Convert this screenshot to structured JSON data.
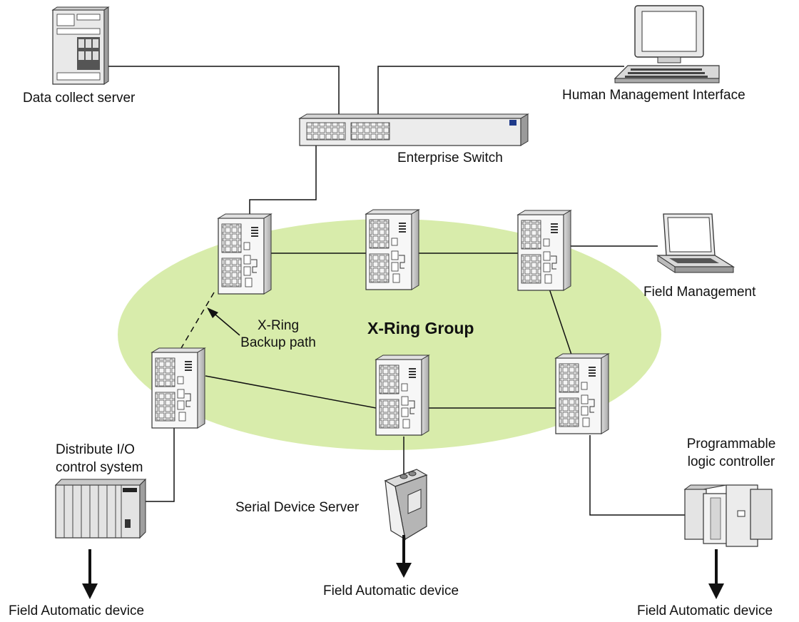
{
  "diagram": {
    "ring_title": "X-Ring Group",
    "backup_label_line1": "X-Ring",
    "backup_label_line2": "Backup path",
    "nodes": {
      "data_server": "Data collect server",
      "hmi": "Human Management Interface",
      "enterprise_switch": "Enterprise Switch",
      "field_management": "Field Management",
      "dio_line1": "Distribute I/O",
      "dio_line2": "control system",
      "serial_server": "Serial Device Server",
      "plc_line1": "Programmable",
      "plc_line2": "logic controller"
    },
    "field_devices": {
      "left": "Field Automatic device",
      "center": "Field Automatic device",
      "right": "Field Automatic device"
    }
  },
  "colors": {
    "ring_fill": "#d8ecab",
    "line": "#111111",
    "device_gray": "#e9e9e9"
  }
}
